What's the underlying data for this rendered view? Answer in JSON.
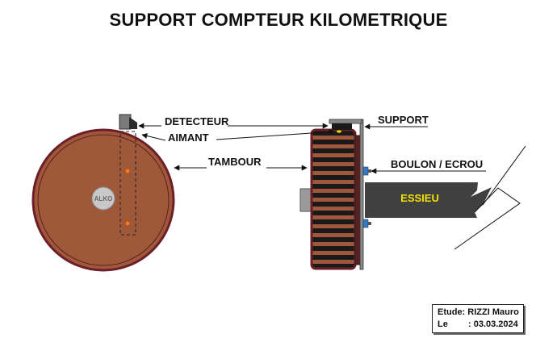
{
  "title": "SUPPORT COMPTEUR KILOMETRIQUE",
  "labels": {
    "detecteur": "DETECTEUR",
    "aimant": "AIMANT",
    "tambour": "TAMBOUR",
    "support": "SUPPORT",
    "boulon_ecrou": "BOULON / ECROU",
    "essieu": "ESSIEU",
    "hub_brand": "ALKO"
  },
  "credit": {
    "etude": "Etude: RIZZI Mauro",
    "le": "Le",
    "date": ": 03.03.2024"
  },
  "colors": {
    "drum": "#a0583a",
    "drum_rim": "#6b1f28",
    "axle": "#404040",
    "essieu_text": "#f2e100",
    "magnet_dot": "#f07c20",
    "bolt": "#3a78c0"
  }
}
